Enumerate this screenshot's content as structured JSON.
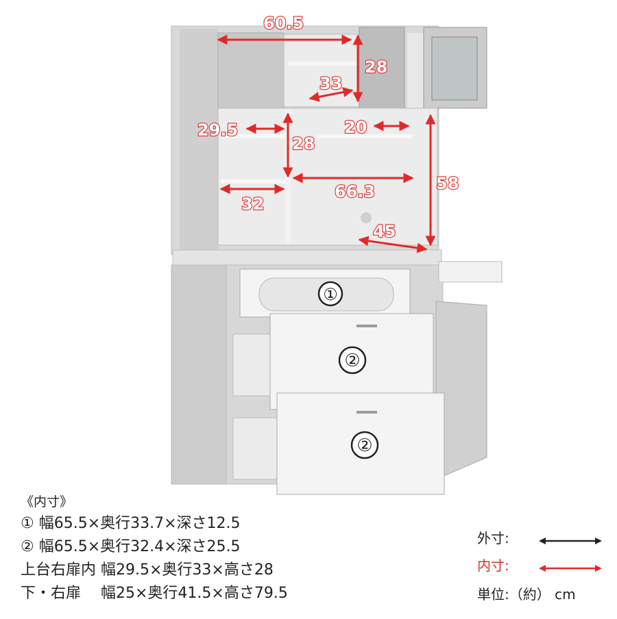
{
  "dimensions": {
    "top_width": "60.5",
    "top_height": "28",
    "top_depth": "33",
    "mid_left_width": "29.5",
    "mid_height": "28",
    "mid_right_width": "20",
    "tall_height": "58",
    "mid_long_width": "66.3",
    "lower_left_width": "32",
    "counter_depth": "45"
  },
  "drawer_labels": [
    "①",
    "②",
    "②"
  ],
  "specs": {
    "heading": "《内寸》",
    "lines": [
      "① 幅65.5×奥行33.7×深さ12.5",
      "② 幅65.5×奥行32.4×深さ25.5",
      "上台右扉内 幅29.5×奥行33×高さ28",
      "下・右扉　 幅25×奥行41.5×高さ79.5"
    ]
  },
  "legend": {
    "outer_label": "外寸:",
    "inner_label": "内寸:",
    "outer_color": "#222222",
    "inner_color": "#e02a2a",
    "unit": "単位:（約） cm"
  }
}
